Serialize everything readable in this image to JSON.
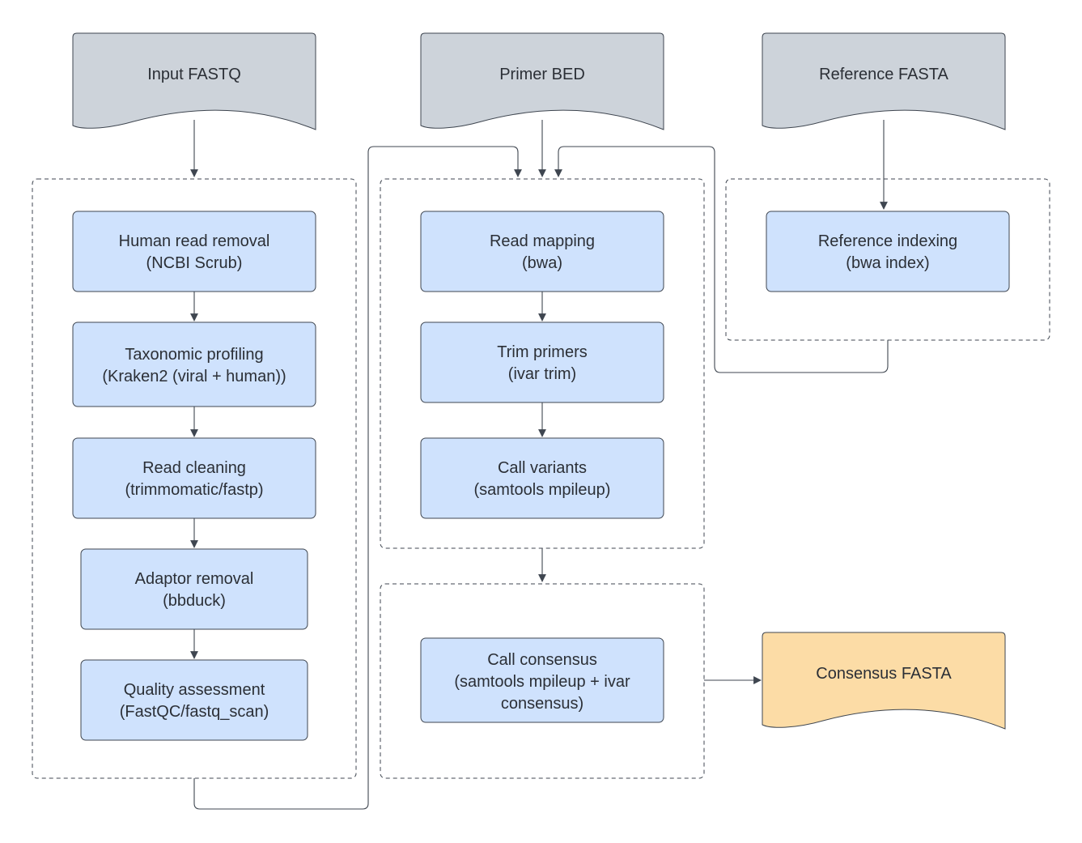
{
  "colors": {
    "input_doc_fill": "#cdd3da",
    "output_doc_fill": "#fcdca6",
    "process_fill": "#cfe2fd",
    "stroke": "#3f4650"
  },
  "inputs": {
    "fastq": "Input FASTQ",
    "primer_bed": "Primer BED",
    "reference_fasta": "Reference FASTA"
  },
  "preprocessing": {
    "human_read_removal": {
      "line1": "Human read removal",
      "line2": "(NCBI Scrub)"
    },
    "taxonomic_profiling": {
      "line1": "Taxonomic profiling",
      "line2": "(Kraken2 (viral + human))"
    },
    "read_cleaning": {
      "line1": "Read cleaning",
      "line2": "(trimmomatic/fastp)"
    },
    "adaptor_removal": {
      "line1": "Adaptor removal",
      "line2": "(bbduck)"
    },
    "quality_assessment": {
      "line1": "Quality assessment",
      "line2": "(FastQC/fastq_scan)"
    }
  },
  "alignment": {
    "read_mapping": {
      "line1": "Read mapping",
      "line2": "(bwa)"
    },
    "trim_primers": {
      "line1": "Trim primers",
      "line2": "(ivar trim)"
    },
    "call_variants": {
      "line1": "Call variants",
      "line2": "(samtools mpileup)"
    }
  },
  "reference": {
    "reference_indexing": {
      "line1": "Reference indexing",
      "line2": "(bwa index)"
    }
  },
  "consensus": {
    "call_consensus": {
      "line1": "Call consensus",
      "line2": "(samtools mpileup + ivar",
      "line3": "consensus)"
    }
  },
  "outputs": {
    "consensus_fasta": "Consensus FASTA"
  }
}
